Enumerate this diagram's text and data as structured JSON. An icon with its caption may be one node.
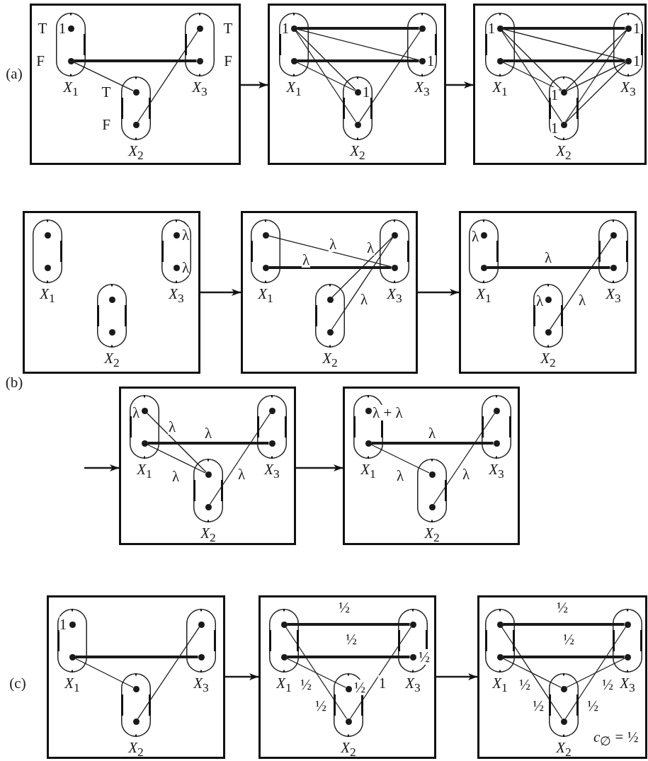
{
  "diagram": {
    "nodes": [
      {
        "text": [],
        "shape": "box"
      },
      {
        "text": [],
        "shape": "oval",
        "in": 0,
        "beside": [
          "*X*$_{1}$"
        ]
      },
      {
        "text": [],
        "shape": "circle",
        "in": 1,
        "beside": [
          "T",
          "1"
        ]
      },
      {
        "text": [],
        "shape": "circle",
        "in": 1,
        "beside": [
          "F"
        ]
      },
      {
        "text": [],
        "shape": "oval",
        "in": 0,
        "beside": [
          "*X*$_{3}$"
        ]
      },
      {
        "text": [],
        "shape": "circle",
        "in": 4,
        "beside": [
          "T"
        ]
      },
      {
        "text": [],
        "shape": "circle",
        "in": 4,
        "beside": [
          "F"
        ]
      },
      {
        "text": [],
        "shape": "oval",
        "in": 0,
        "beside": [
          "*X*$_{2}$"
        ]
      },
      {
        "text": [],
        "shape": "circle",
        "in": 7,
        "beside": [
          "T"
        ]
      },
      {
        "text": [],
        "shape": "circle",
        "in": 7,
        "beside": [
          "F"
        ]
      },
      {
        "text": [],
        "shape": "box"
      },
      {
        "text": [],
        "shape": "oval",
        "in": 10,
        "beside": [
          "*X*$_{1}$"
        ]
      },
      {
        "text": [],
        "shape": "circle",
        "in": 11,
        "beside": [
          "1"
        ]
      },
      {
        "text": [],
        "shape": "circle",
        "in": 11
      },
      {
        "text": [],
        "shape": "oval",
        "in": 10,
        "beside": [
          "*X*$_{3}$"
        ]
      },
      {
        "text": [],
        "shape": "circle",
        "in": 14
      },
      {
        "text": [],
        "shape": "circle",
        "in": 14,
        "beside": [
          "1"
        ]
      },
      {
        "text": [],
        "shape": "oval",
        "in": 10,
        "beside": [
          "*X*$_{2}$"
        ]
      },
      {
        "text": [],
        "shape": "circle",
        "in": 17,
        "beside": [
          "1"
        ]
      },
      {
        "text": [],
        "shape": "circle",
        "in": 17
      },
      {
        "text": [],
        "shape": "box"
      },
      {
        "text": [],
        "shape": "oval",
        "in": 20,
        "beside": [
          "*X*$_{1}$"
        ]
      },
      {
        "text": [],
        "shape": "circle",
        "in": 21,
        "beside": [
          "1"
        ]
      },
      {
        "text": [],
        "shape": "circle",
        "in": 21
      },
      {
        "text": [],
        "shape": "oval",
        "in": 20,
        "beside": [
          "*X*$_{3}$"
        ]
      },
      {
        "text": [],
        "shape": "circle",
        "in": 24,
        "beside": [
          "1"
        ]
      },
      {
        "text": [],
        "shape": "circle",
        "in": 24,
        "beside": [
          "1"
        ]
      },
      {
        "text": [],
        "shape": "oval",
        "in": 20,
        "beside": [
          "*X*$_{2}$"
        ]
      },
      {
        "text": [],
        "shape": "circle",
        "in": 27,
        "beside": [
          "1"
        ]
      },
      {
        "text": [],
        "shape": "circle",
        "in": 27,
        "beside": [
          "1"
        ]
      },
      {
        "text": [],
        "shape": "box"
      },
      {
        "text": [],
        "shape": "oval",
        "in": 30,
        "beside": [
          "*X*$_{1}$"
        ]
      },
      {
        "text": [],
        "shape": "circle",
        "in": 31
      },
      {
        "text": [],
        "shape": "circle",
        "in": 31
      },
      {
        "text": [],
        "shape": "oval",
        "in": 30,
        "beside": [
          "*X*$_{3}$"
        ]
      },
      {
        "text": [],
        "shape": "circle",
        "in": 34,
        "beside": [
          "λ"
        ]
      },
      {
        "text": [],
        "shape": "circle",
        "in": 34,
        "beside": [
          "λ"
        ]
      },
      {
        "text": [],
        "shape": "oval",
        "in": 30,
        "beside": [
          "*X*$_{2}$"
        ]
      },
      {
        "text": [],
        "shape": "circle",
        "in": 37
      },
      {
        "text": [],
        "shape": "circle",
        "in": 37
      },
      {
        "text": [],
        "shape": "box"
      },
      {
        "text": [],
        "shape": "oval",
        "in": 40,
        "beside": [
          "*X*$_{1}$"
        ]
      },
      {
        "text": [],
        "shape": "circle",
        "in": 41
      },
      {
        "text": [],
        "shape": "circle",
        "in": 41
      },
      {
        "text": [],
        "shape": "oval",
        "in": 40,
        "beside": [
          "*X*$_{3}$"
        ]
      },
      {
        "text": [],
        "shape": "circle",
        "in": 44
      },
      {
        "text": [],
        "shape": "circle",
        "in": 44
      },
      {
        "text": [],
        "shape": "oval",
        "in": 40,
        "beside": [
          "*X*$_{2}$"
        ]
      },
      {
        "text": [],
        "shape": "circle",
        "in": 47
      },
      {
        "text": [],
        "shape": "circle",
        "in": 47
      },
      {
        "text": [],
        "shape": "box"
      },
      {
        "text": [],
        "shape": "oval",
        "in": 50,
        "beside": [
          "*X*$_{1}$"
        ]
      },
      {
        "text": [],
        "shape": "circle",
        "in": 51,
        "beside": [
          "λ"
        ]
      },
      {
        "text": [],
        "shape": "circle",
        "in": 51
      },
      {
        "text": [],
        "shape": "oval",
        "in": 50,
        "beside": [
          "*X*$_{3}$"
        ]
      },
      {
        "text": [],
        "shape": "circle",
        "in": 54
      },
      {
        "text": [],
        "shape": "circle",
        "in": 54
      },
      {
        "text": [],
        "shape": "oval",
        "in": 50,
        "beside": [
          "*X*$_{2}$"
        ]
      },
      {
        "text": [],
        "shape": "circle",
        "in": 57,
        "beside": [
          "λ"
        ]
      },
      {
        "text": [],
        "shape": "circle",
        "in": 57
      },
      {
        "text": [],
        "shape": "box"
      },
      {
        "text": [],
        "shape": "oval",
        "in": 60,
        "beside": [
          "*X*$_{1}$"
        ]
      },
      {
        "text": [],
        "shape": "circle",
        "in": 61,
        "beside": [
          "λ"
        ]
      },
      {
        "text": [],
        "shape": "circle",
        "in": 61
      },
      {
        "text": [],
        "shape": "oval",
        "in": 60,
        "beside": [
          "*X*$_{3}$"
        ]
      },
      {
        "text": [],
        "shape": "circle",
        "in": 64
      },
      {
        "text": [],
        "shape": "circle",
        "in": 64
      },
      {
        "text": [],
        "shape": "oval",
        "in": 60,
        "beside": [
          "*X*$_{2}$"
        ]
      },
      {
        "text": [],
        "shape": "circle",
        "in": 67
      },
      {
        "text": [],
        "shape": "circle",
        "in": 67
      },
      {
        "text": [],
        "shape": "box"
      },
      {
        "text": [],
        "shape": "oval",
        "in": 70,
        "beside": [
          "*X*$_{1}$"
        ]
      },
      {
        "text": [],
        "shape": "circle",
        "in": 71,
        "beside": [
          "λ + λ"
        ]
      },
      {
        "text": [],
        "shape": "circle",
        "in": 71
      },
      {
        "text": [],
        "shape": "oval",
        "in": 70,
        "beside": [
          "*X*$_{3}$"
        ]
      },
      {
        "text": [],
        "shape": "circle",
        "in": 74
      },
      {
        "text": [],
        "shape": "circle",
        "in": 74
      },
      {
        "text": [],
        "shape": "oval",
        "in": 70,
        "beside": [
          "*X*$_{2}$"
        ]
      },
      {
        "text": [],
        "shape": "circle",
        "in": 77
      },
      {
        "text": [],
        "shape": "circle",
        "in": 77
      },
      {
        "text": [],
        "shape": "box"
      },
      {
        "text": [],
        "shape": "oval",
        "in": 80,
        "beside": [
          "*X*$_{1}$"
        ]
      },
      {
        "text": [],
        "shape": "circle",
        "in": 81,
        "beside": [
          "1"
        ]
      },
      {
        "text": [],
        "shape": "circle",
        "in": 81
      },
      {
        "text": [],
        "shape": "oval",
        "in": 80,
        "beside": [
          "*X*$_{3}$"
        ]
      },
      {
        "text": [],
        "shape": "circle",
        "in": 84
      },
      {
        "text": [],
        "shape": "circle",
        "in": 84
      },
      {
        "text": [],
        "shape": "oval",
        "in": 80,
        "beside": [
          "*X*$_{2}$"
        ]
      },
      {
        "text": [],
        "shape": "circle",
        "in": 87
      },
      {
        "text": [],
        "shape": "circle",
        "in": 87
      },
      {
        "text": [],
        "shape": "box"
      },
      {
        "text": [],
        "shape": "oval",
        "in": 90,
        "beside": [
          "*X*$_{1}$"
        ]
      },
      {
        "text": [],
        "shape": "circle",
        "in": 91
      },
      {
        "text": [],
        "shape": "circle",
        "in": 91
      },
      {
        "text": [],
        "shape": "oval",
        "in": 90,
        "beside": [
          "*X*$_{3}$"
        ]
      },
      {
        "text": [],
        "shape": "circle",
        "in": 94
      },
      {
        "text": [],
        "shape": "circle",
        "in": 94,
        "beside": [
          "½"
        ]
      },
      {
        "text": [],
        "shape": "oval",
        "in": 90,
        "beside": [
          "*X*$_{2}$"
        ]
      },
      {
        "text": [],
        "shape": "circle",
        "in": 97,
        "beside": [
          "½"
        ]
      },
      {
        "text": [],
        "shape": "circle",
        "in": 97
      },
      {
        "text": [],
        "shape": "box"
      },
      {
        "text": [],
        "shape": "oval",
        "in": 100,
        "beside": [
          "*X*$_{1}$"
        ]
      },
      {
        "text": [],
        "shape": "circle",
        "in": 101
      },
      {
        "text": [],
        "shape": "circle",
        "in": 101
      },
      {
        "text": [],
        "shape": "oval",
        "in": 100,
        "beside": [
          "*X*$_{3}$"
        ]
      },
      {
        "text": [],
        "shape": "circle",
        "in": 104
      },
      {
        "text": [],
        "shape": "circle",
        "in": 104
      },
      {
        "text": [],
        "shape": "oval",
        "in": 100,
        "beside": [
          "*X*$_{2}$"
        ]
      },
      {
        "text": [],
        "shape": "circle",
        "in": 107
      },
      {
        "text": [],
        "shape": "circle",
        "in": 107
      }
    ],
    "edges": [
      {
        "from": 3,
        "to": 6,
        "arrow": "none",
        "style": "thick"
      },
      {
        "from": 3,
        "to": 8,
        "arrow": "none"
      },
      {
        "from": 5,
        "to": 9,
        "arrow": "none"
      },
      {
        "from": 0,
        "to": 10,
        "arrow": "to"
      },
      {
        "from": 12,
        "to": 15,
        "arrow": "none",
        "style": "thick"
      },
      {
        "from": 13,
        "to": 16,
        "arrow": "none",
        "style": "thick"
      },
      {
        "from": 12,
        "to": 16,
        "arrow": "none"
      },
      {
        "from": 12,
        "to": 18,
        "arrow": "none"
      },
      {
        "from": 12,
        "to": 19,
        "arrow": "none"
      },
      {
        "from": 13,
        "to": 18,
        "arrow": "none"
      },
      {
        "from": 15,
        "to": 19,
        "arrow": "none"
      },
      {
        "from": 10,
        "to": 20,
        "arrow": "to"
      },
      {
        "from": 22,
        "to": 25,
        "arrow": "none",
        "style": "thick"
      },
      {
        "from": 23,
        "to": 26,
        "arrow": "none",
        "style": "thick"
      },
      {
        "from": 22,
        "to": 26,
        "arrow": "none"
      },
      {
        "from": 22,
        "to": 28,
        "arrow": "none"
      },
      {
        "from": 22,
        "to": 29,
        "arrow": "none"
      },
      {
        "from": 23,
        "to": 28,
        "arrow": "none"
      },
      {
        "from": 25,
        "to": 28,
        "arrow": "none"
      },
      {
        "from": 25,
        "to": 29,
        "arrow": "none"
      },
      {
        "from": 26,
        "to": 28,
        "arrow": "none"
      },
      {
        "from": 26,
        "to": 29,
        "arrow": "none"
      },
      {
        "from": 30,
        "to": 40,
        "arrow": "to"
      },
      {
        "from": 42,
        "to": 46,
        "arrow": "none",
        "label": "λ"
      },
      {
        "from": 43,
        "to": 46,
        "arrow": "none",
        "style": "thick",
        "label": "λ"
      },
      {
        "from": 45,
        "to": 48,
        "arrow": "none",
        "label": "λ"
      },
      {
        "from": 45,
        "to": 49,
        "arrow": "none",
        "label": "λ"
      },
      {
        "from": 40,
        "to": 50,
        "arrow": "to"
      },
      {
        "from": 53,
        "to": 56,
        "arrow": "none",
        "style": "thick",
        "label": "λ"
      },
      {
        "from": 55,
        "to": 59,
        "arrow": "none",
        "label": "λ"
      },
      {
        "from": null,
        "to": 60,
        "arrow": "to"
      },
      {
        "from": 62,
        "to": 68,
        "arrow": "none",
        "label": "λ"
      },
      {
        "from": 63,
        "to": 66,
        "arrow": "none",
        "style": "thick",
        "label": "λ"
      },
      {
        "from": 63,
        "to": 68,
        "arrow": "none",
        "label": "λ"
      },
      {
        "from": 65,
        "to": 69,
        "arrow": "none",
        "label": "λ"
      },
      {
        "from": 60,
        "to": 70,
        "arrow": "to"
      },
      {
        "from": 73,
        "to": 76,
        "arrow": "none",
        "style": "thick",
        "label": "λ"
      },
      {
        "from": 73,
        "to": 78,
        "arrow": "none",
        "label": "λ"
      },
      {
        "from": 75,
        "to": 79,
        "arrow": "none",
        "label": "λ"
      },
      {
        "from": 83,
        "to": 86,
        "arrow": "none",
        "style": "thick"
      },
      {
        "from": 83,
        "to": 88,
        "arrow": "none"
      },
      {
        "from": 85,
        "to": 89,
        "arrow": "none"
      },
      {
        "from": 80,
        "to": 90,
        "arrow": "to"
      },
      {
        "from": 92,
        "to": 95,
        "arrow": "none",
        "style": "thick",
        "label": "½"
      },
      {
        "from": 93,
        "to": 96,
        "arrow": "none",
        "style": "thick",
        "label": "½"
      },
      {
        "from": 92,
        "to": 99,
        "arrow": "none",
        "label": "½"
      },
      {
        "from": 93,
        "to": 98,
        "arrow": "none",
        "label": "½"
      },
      {
        "from": 95,
        "to": 99,
        "arrow": "none",
        "label": "1"
      },
      {
        "from": 90,
        "to": 100,
        "arrow": "to"
      },
      {
        "from": 102,
        "to": 105,
        "arrow": "none",
        "style": "thick",
        "label": "½"
      },
      {
        "from": 103,
        "to": 106,
        "arrow": "none",
        "style": "thick",
        "label": "½"
      },
      {
        "from": 102,
        "to": 109,
        "arrow": "none",
        "label": "½"
      },
      {
        "from": 103,
        "to": 108,
        "arrow": "none",
        "label": "½"
      },
      {
        "from": 105,
        "to": 109,
        "arrow": "none",
        "label": "½"
      },
      {
        "from": 106,
        "to": 108,
        "arrow": "none",
        "label": "½"
      }
    ],
    "labels": [
      "(a)",
      "(b)",
      "(c)",
      "*c*$_{∅}$ = ½"
    ]
  }
}
